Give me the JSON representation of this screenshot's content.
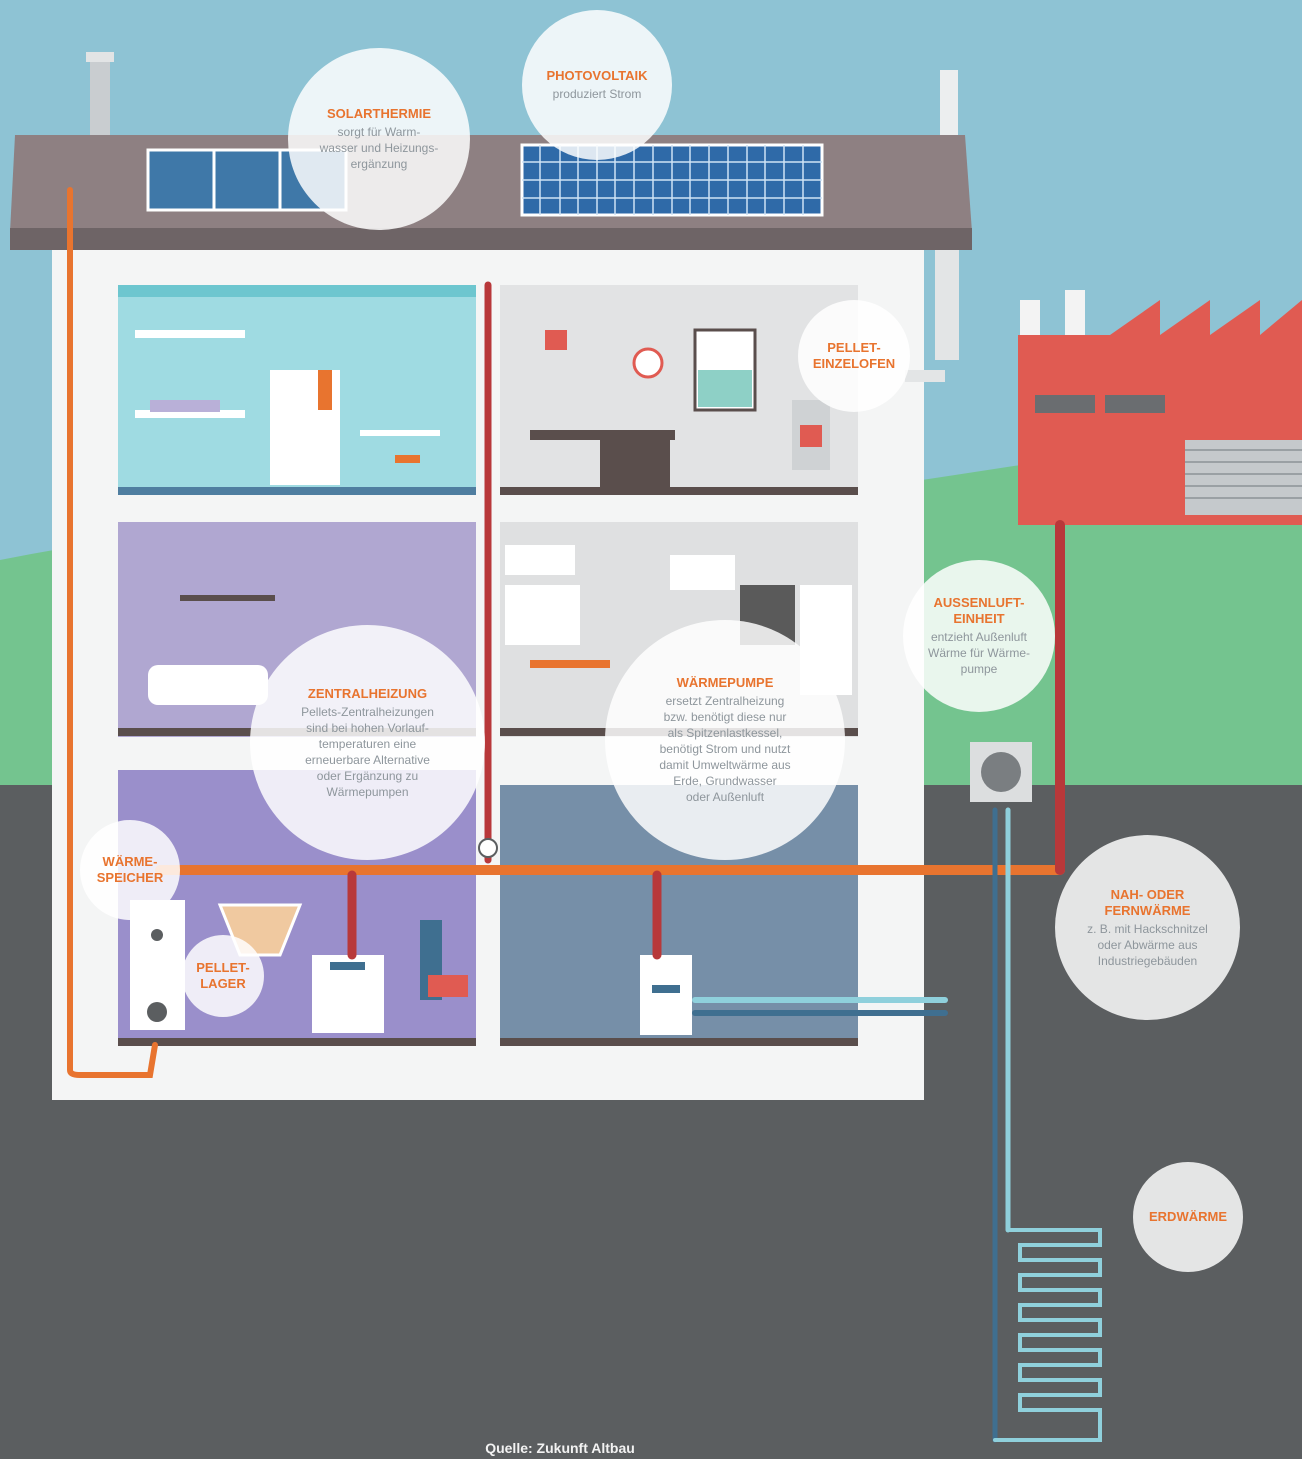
{
  "labels": {
    "solarthermie": {
      "title": "SOLARTHERMIE",
      "desc": "sorgt für Warm-\nwasser und Heizungs-\nergänzung"
    },
    "photovoltaik": {
      "title": "PHOTOVOLTAIK",
      "desc": "produziert Strom"
    },
    "pellet_ofen": {
      "title": "PELLET-\nEINZELOFEN",
      "desc": ""
    },
    "aussenluft": {
      "title": "AUSSENLUFT-\nEINHEIT",
      "desc": "entzieht Außenluft\nWärme für Wärme-\npumpe"
    },
    "zentralheizung": {
      "title": "ZENTRALHEIZUNG",
      "desc": "Pellets-Zentralheizungen\nsind bei hohen Vorlauf-\ntemperaturen eine\nerneuerbare Alternative\noder Ergänzung zu\nWärmepumpen"
    },
    "waermepumpe": {
      "title": "WÄRMEPUMPE",
      "desc": "ersetzt Zentralheizung\nbzw. benötigt diese nur\nals Spitzenlastkessel,\nbenötigt Strom und nutzt\ndamit Umweltwärme aus\nErde, Grundwasser\noder Außenluft"
    },
    "waermespeicher": {
      "title": "WÄRME-\nSPEICHER",
      "desc": ""
    },
    "pellet_lager": {
      "title": "PELLET-\nLAGER",
      "desc": ""
    },
    "fernwaerme": {
      "title": "NAH- ODER\nFERNWÄRME",
      "desc": "z. B. mit Hackschnitzel\noder Abwärme aus\nIndustriegebäuden"
    },
    "erdwaerme": {
      "title": "ERDWÄRME",
      "desc": ""
    }
  },
  "source": "Quelle: Zukunft Altbau",
  "colors": {
    "sky": "#8ec3d4",
    "grass": "#74c48f",
    "ground": "#5b5e60",
    "walls": "#f4f5f5",
    "roof": "#8e8082",
    "pipe_red": "#b8383a",
    "pipe_orange": "#e8742f",
    "pipe_blue": "#3f6f90",
    "pipe_lightblue": "#8fd0dc",
    "factory": "#e05b52",
    "label_orange": "#e8742f",
    "label_gray": "#8e969c"
  }
}
